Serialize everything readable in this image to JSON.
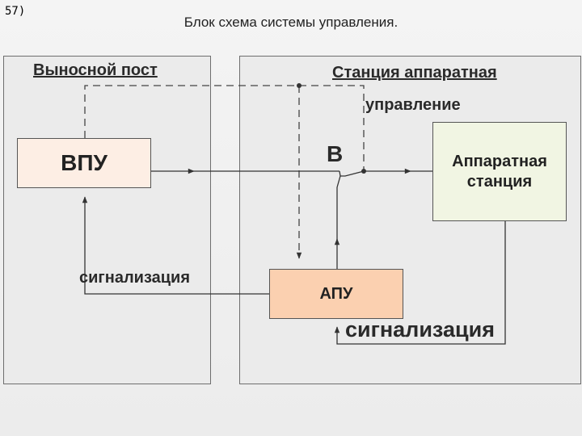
{
  "slide": {
    "number": "57)",
    "title": "Блок схема системы управления."
  },
  "panels": {
    "left_title": "Выносной пост",
    "right_title": "Станция аппаратная"
  },
  "blocks": {
    "vpu": "ВПУ",
    "station": "Аппаратная станция",
    "apu": "АПУ"
  },
  "labels": {
    "control": "управление",
    "switch": "В",
    "signal_left": "сигнализация",
    "signal_right": "сигнализация"
  }
}
